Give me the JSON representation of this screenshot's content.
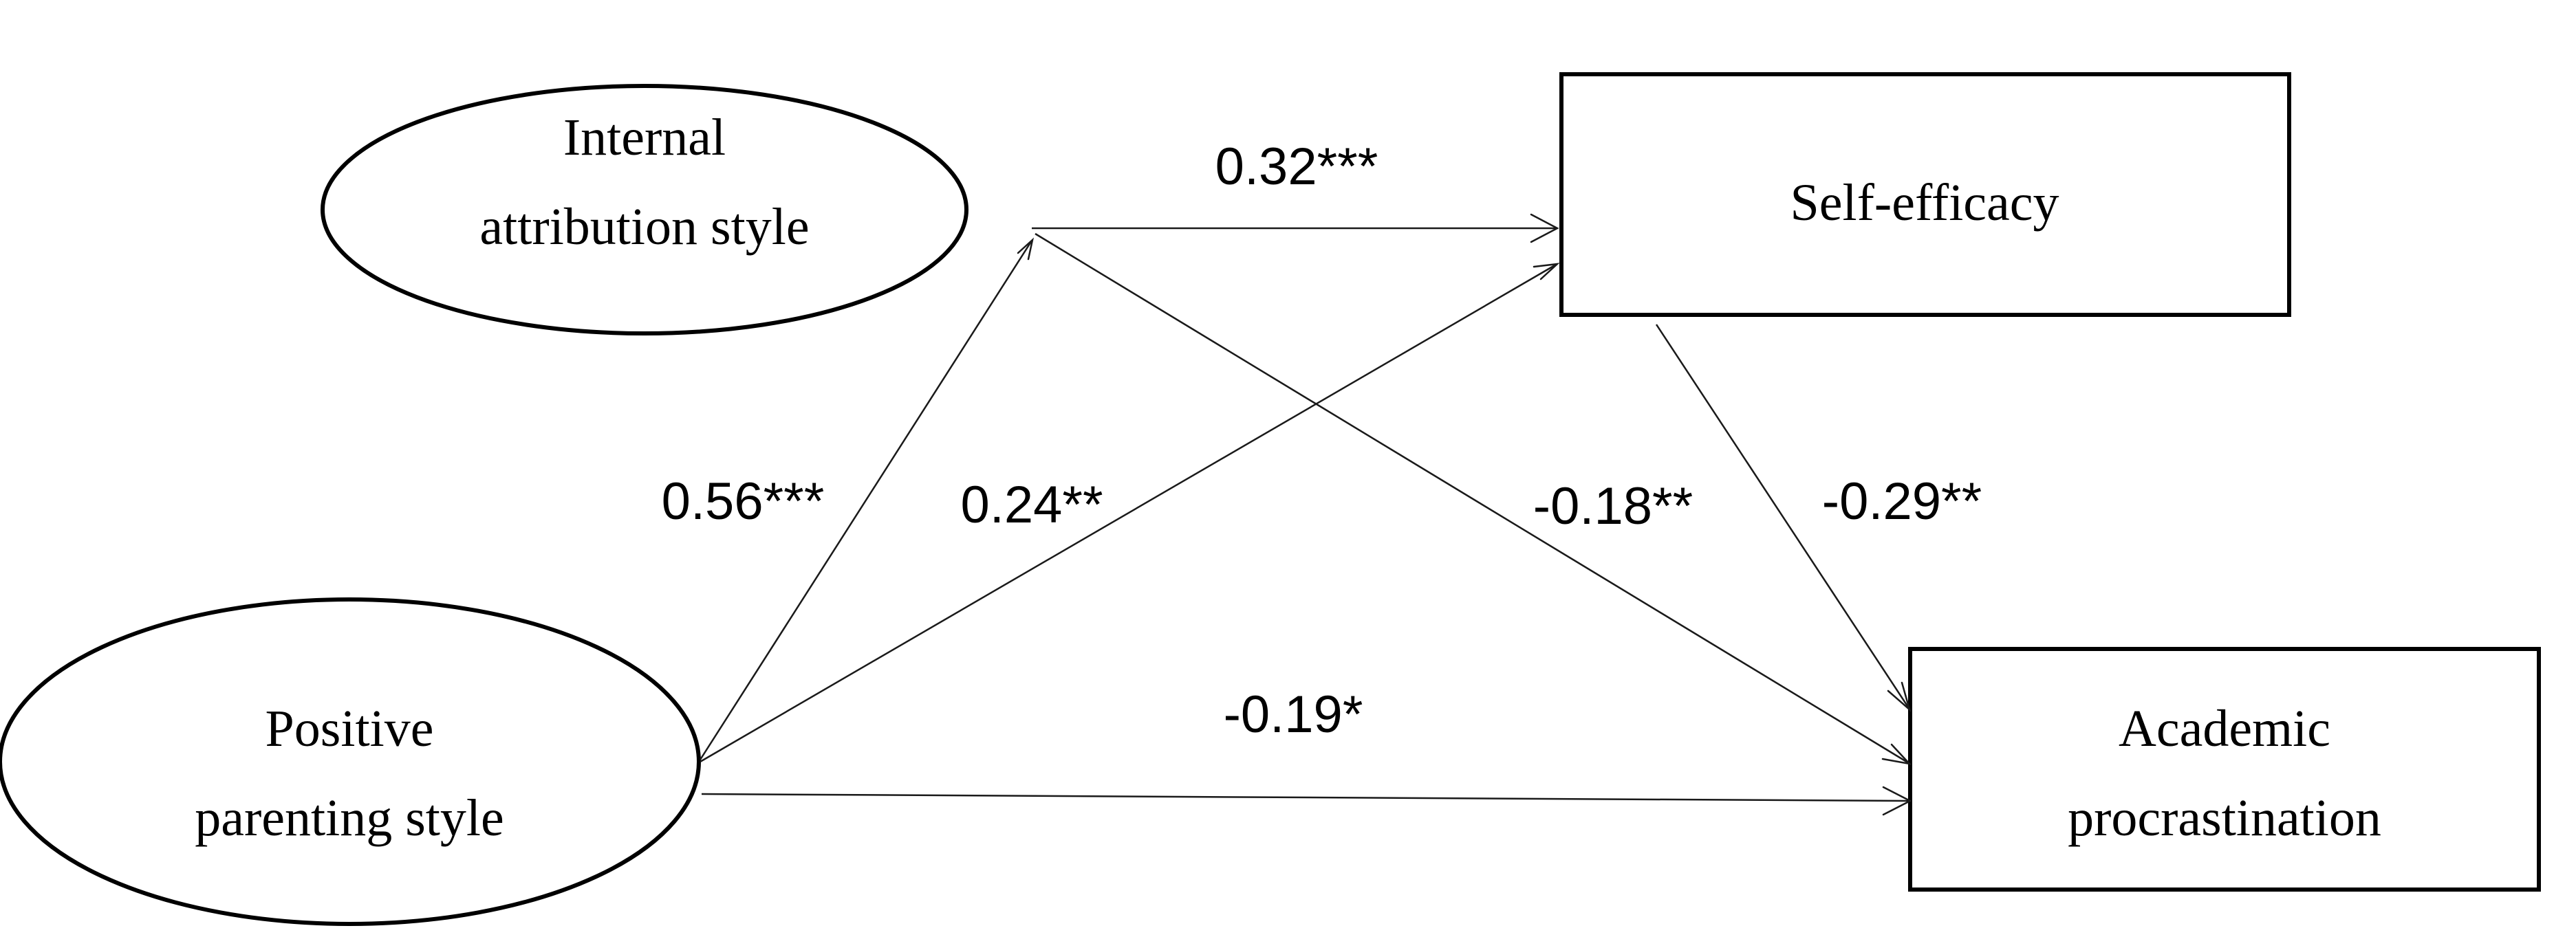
{
  "nodes": {
    "internal_attribution": {
      "shape": "ellipse",
      "lines": [
        "Internal",
        "attribution style"
      ]
    },
    "self_efficacy": {
      "shape": "rectangle",
      "lines": [
        "Self-efficacy"
      ]
    },
    "positive_parenting": {
      "shape": "ellipse",
      "lines": [
        "Positive",
        "parenting style"
      ]
    },
    "academic_procrastination": {
      "shape": "rectangle",
      "lines": [
        "Academic",
        "procrastination"
      ]
    }
  },
  "paths": [
    {
      "from": "Internal attribution style",
      "to": "Self-efficacy",
      "coefficient": "0.32***"
    },
    {
      "from": "Positive parenting style",
      "to": "Internal attribution style",
      "coefficient": "0.56***"
    },
    {
      "from": "Positive parenting style",
      "to": "Self-efficacy",
      "coefficient": "0.24**"
    },
    {
      "from": "Internal attribution style",
      "to": "Academic procrastination",
      "coefficient": "-0.18**"
    },
    {
      "from": "Self-efficacy",
      "to": "Academic procrastination",
      "coefficient": "-0.29**"
    },
    {
      "from": "Positive parenting style",
      "to": "Academic procrastination",
      "coefficient": "-0.19*"
    }
  ]
}
